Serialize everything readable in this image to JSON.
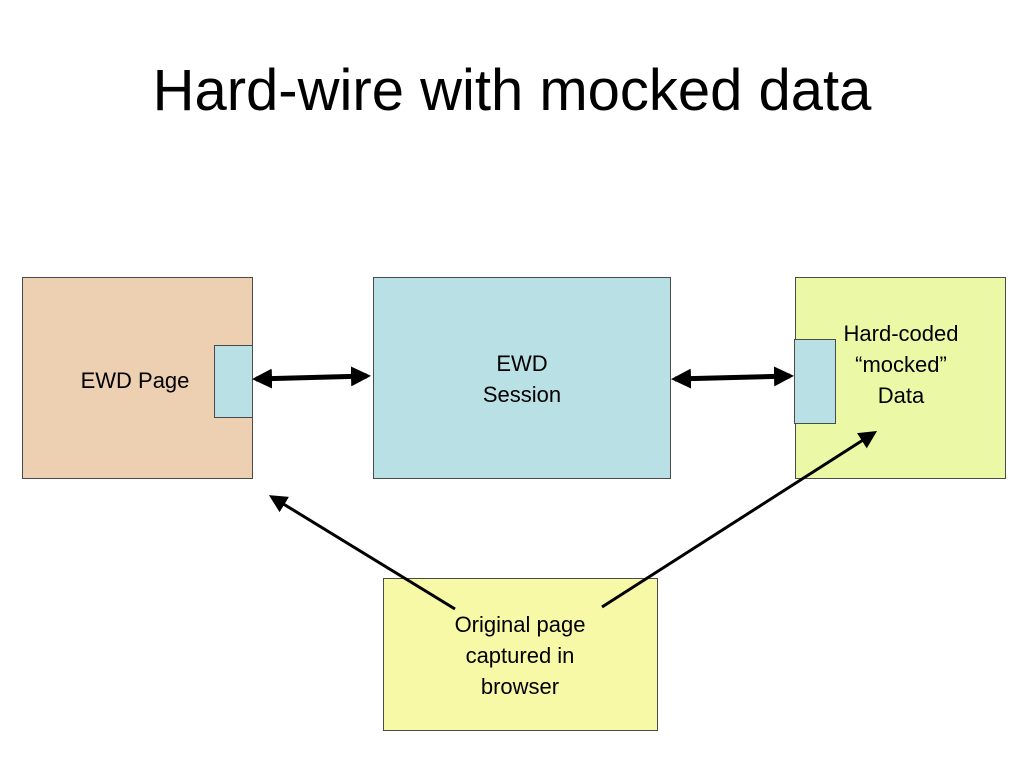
{
  "slide": {
    "title": "Hard-wire with mocked data"
  },
  "diagram": {
    "ewd_page": {
      "label": "EWD Page",
      "fill": "#edcfb1"
    },
    "ewd_session": {
      "lines": [
        "EWD",
        "Session"
      ],
      "fill": "#b9e0e4"
    },
    "mocked_data": {
      "lines": [
        "Hard-coded",
        "“mocked”",
        "Data"
      ],
      "fill": "#ebf9a6"
    },
    "original_page": {
      "lines": [
        "Original page",
        "captured in",
        "browser"
      ],
      "fill": "#f7f9a6"
    },
    "connector_fill": "#b9e0e4"
  }
}
